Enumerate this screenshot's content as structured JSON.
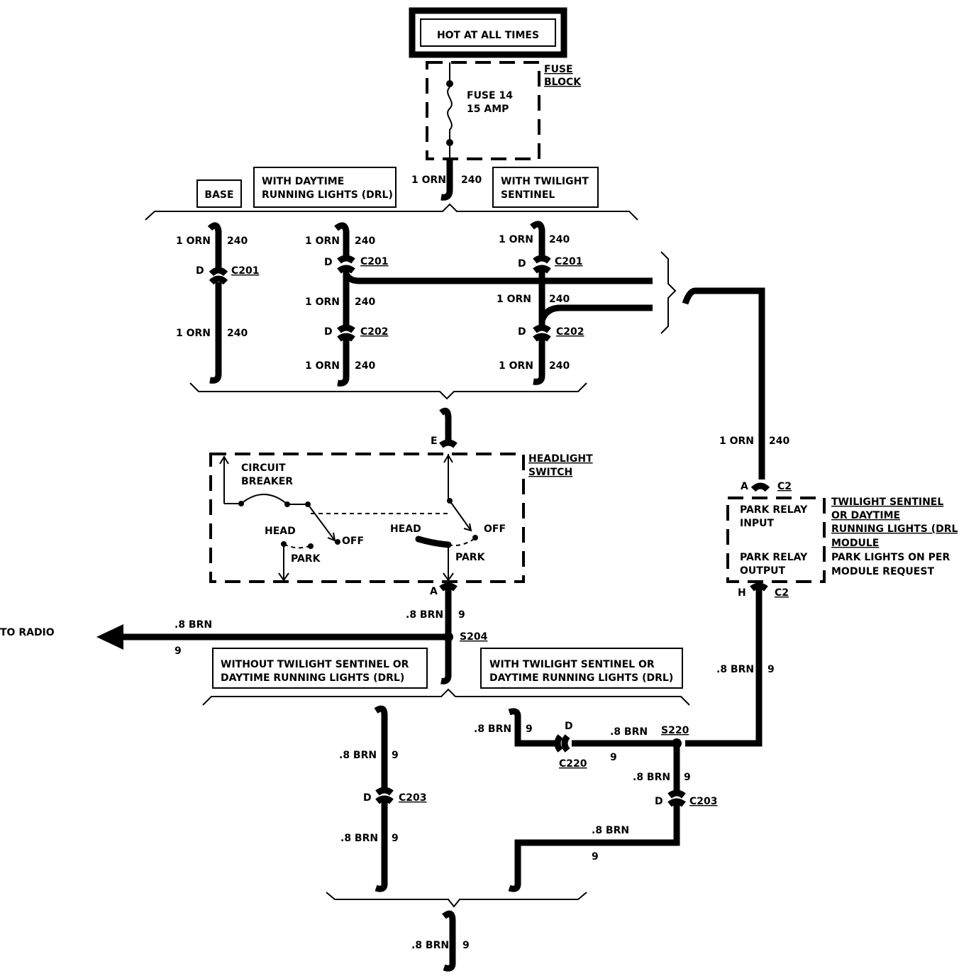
{
  "power": {
    "hot_label": "HOT AT ALL TIMES"
  },
  "fuse_block": {
    "label_1": "FUSE",
    "label_2": "BLOCK",
    "fuse_1": "FUSE 14",
    "fuse_2": "15 AMP"
  },
  "variants_top": {
    "base": "BASE",
    "drl_1": "WITH DAYTIME",
    "drl_2": "RUNNING LIGHTS (DRL)",
    "ts_1": "WITH TWILIGHT",
    "ts_2": "SENTINEL"
  },
  "wires": {
    "orn": "1 ORN",
    "orn_circuit": "240",
    "brn": ".8 BRN",
    "brn_circuit": "9"
  },
  "connectors": {
    "c201": "C201",
    "c202": "C202",
    "c203": "C203",
    "c220": "C220",
    "c2": "C2",
    "s204": "S204",
    "s220": "S220",
    "pin_d": "D",
    "pin_e": "E",
    "pin_a": "A",
    "pin_h": "H"
  },
  "headlight_switch": {
    "label_1": "HEADLIGHT",
    "label_2": "SWITCH",
    "cb_1": "CIRCUIT",
    "cb_2": "BREAKER",
    "head": "HEAD",
    "park": "PARK",
    "off": "OFF"
  },
  "to_radio": "TO RADIO",
  "variants_bottom": {
    "without_1": "WITHOUT TWILIGHT SENTINEL OR",
    "without_2": "DAYTIME RUNNING LIGHTS (DRL)",
    "with_1": "WITH TWILIGHT SENTINEL OR",
    "with_2": "DAYTIME RUNNING LIGHTS (DRL)"
  },
  "module": {
    "park_in_1": "PARK RELAY",
    "park_in_2": "INPUT",
    "park_out_1": "PARK RELAY",
    "park_out_2": "OUTPUT",
    "name_1": "TWILIGHT SENTINEL",
    "name_2": "OR DAYTIME",
    "name_3": "RUNNING LIGHTS (DRL)",
    "name_4": "MODULE",
    "note_1": "PARK LIGHTS ON PER",
    "note_2": "MODULE REQUEST"
  }
}
